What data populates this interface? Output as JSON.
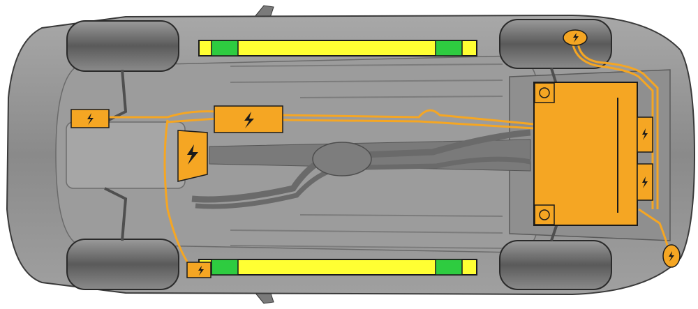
{
  "diagram": {
    "type": "vehicle-underbody-high-voltage-layout",
    "view": "underside",
    "colors": {
      "body": "#8c8c8c",
      "body_dark": "#5f5f5f",
      "body_light": "#b9b9b9",
      "tire": "#6e6e6e",
      "hv_component": "#f5a623",
      "hv_cable": "#f5a623",
      "sill_rail": "#ffff33",
      "jack_point": "#2ecc40",
      "outline": "#1a1a1a"
    },
    "components": [
      {
        "id": "front-left-hv-module",
        "symbol": "high-voltage-icon"
      },
      {
        "id": "front-inverter",
        "symbol": "high-voltage-icon"
      },
      {
        "id": "center-module",
        "symbol": "high-voltage-icon"
      },
      {
        "id": "rear-battery-pack",
        "symbol": "none"
      },
      {
        "id": "battery-side-module-upper",
        "symbol": "high-voltage-icon"
      },
      {
        "id": "battery-side-module-lower",
        "symbol": "high-voltage-icon"
      },
      {
        "id": "rear-connector-top",
        "symbol": "high-voltage-icon"
      },
      {
        "id": "rear-connector-bottom",
        "symbol": "high-voltage-icon"
      },
      {
        "id": "front-right-connector",
        "symbol": "high-voltage-icon"
      }
    ],
    "jack_points_per_side": 2,
    "sill_rails": 2
  }
}
